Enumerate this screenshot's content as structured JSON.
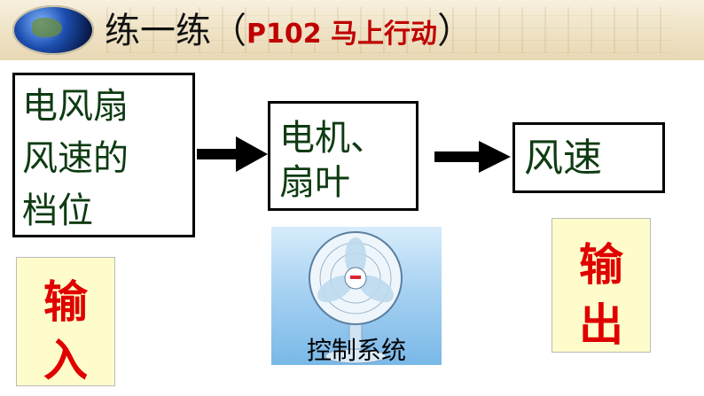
{
  "header": {
    "title_main": "练一练（",
    "title_ref": "P102 马上行动",
    "title_close": "）",
    "globe_icon": "globe-icon"
  },
  "diagram": {
    "input_block": {
      "lines": [
        "电风扇",
        "风速的",
        "档位"
      ]
    },
    "system_block": {
      "lines": [
        "电机、",
        "扇叶"
      ]
    },
    "output_block": {
      "lines": [
        "风速"
      ]
    },
    "arrows": [
      "arrow-right-icon",
      "arrow-right-icon"
    ]
  },
  "labels": {
    "input": [
      "输",
      "入"
    ],
    "output": [
      "输",
      "出"
    ]
  },
  "fan_card": {
    "caption": "控制系统",
    "icon": "electric-fan-icon"
  },
  "colors": {
    "title_accent": "#c00000",
    "block_text": "#0e3b12",
    "label_text": "#e00000",
    "label_bg": "#fffccb"
  }
}
